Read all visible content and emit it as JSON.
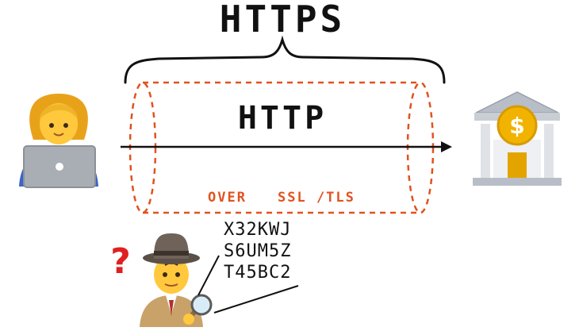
{
  "titles": {
    "outer": "HTTPS",
    "inner": "HTTP"
  },
  "tunnel": {
    "label_over": "OVER",
    "label_proto": "SSL /TLS"
  },
  "eavesdropper": {
    "question_mark": "?",
    "ciphertext": [
      "X32KWJ",
      "S6UM5Z",
      "T45BC2"
    ]
  },
  "icons": {
    "client": "woman-technologist-laptop-icon",
    "server": "bank-building-dollar-icon",
    "attacker": "detective-magnifier-icon"
  },
  "colors": {
    "tunnel": "#e0531f",
    "ink": "#111111",
    "question": "#e02020",
    "coin": "#f2b300"
  }
}
